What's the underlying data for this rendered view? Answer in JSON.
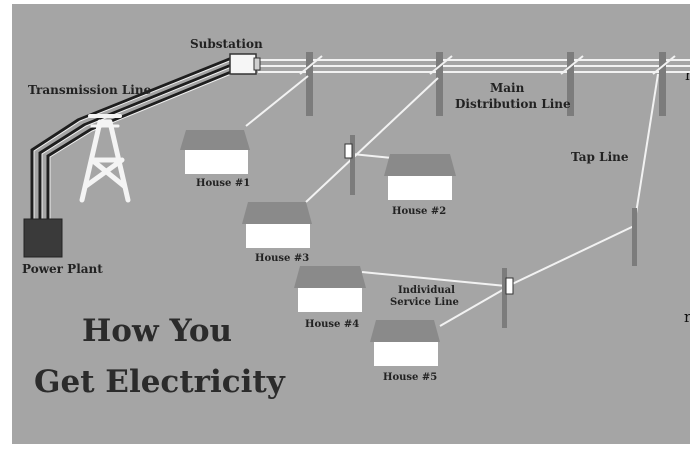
{
  "title": {
    "line1": "How You",
    "line2": "Get Electricity"
  },
  "labels": {
    "substation": "Substation",
    "transmission_line": "Transmission Line",
    "main_distribution_line_1": "Main",
    "main_distribution_line_2": "Distribution Line",
    "tap_line": "Tap Line",
    "power_plant": "Power Plant",
    "individual_service_line_1": "Individual",
    "individual_service_line_2": "Service Line"
  },
  "houses": {
    "house1": "House #1",
    "house2": "House #2",
    "house3": "House #3",
    "house4": "House #4",
    "house5": "House #5"
  },
  "edge_fragments": {
    "left_top": "n",
    "left_bottom": "r"
  },
  "colors": {
    "background": "#a5a5a5",
    "pole": "#7c7c7c",
    "wire": "#f2f2f2",
    "house_wall": "#ffffff",
    "house_roof": "#8a8a8a",
    "power_plant": "#3a3a3a",
    "text": "#222222"
  }
}
